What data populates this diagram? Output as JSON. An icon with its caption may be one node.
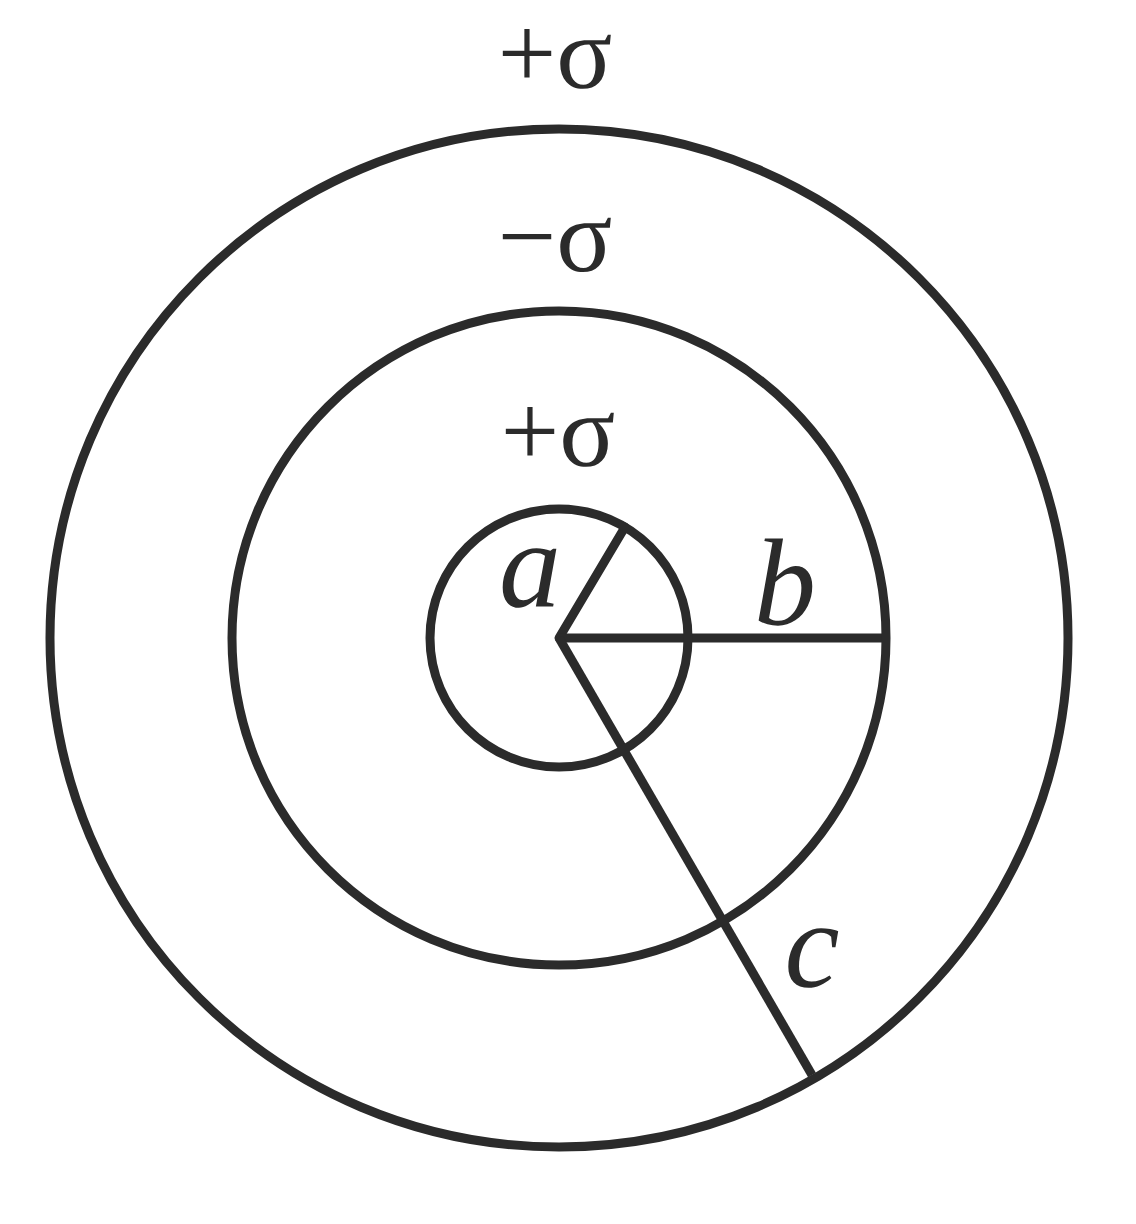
{
  "diagram": {
    "nodes": [
      {
        "text": [
          "+σ"
        ]
      },
      {
        "text": [
          "−σ"
        ],
        "in": 0
      },
      {
        "text": [
          "+σ"
        ],
        "in": 1
      }
    ],
    "labels": [
      "a",
      "b",
      "c"
    ]
  }
}
